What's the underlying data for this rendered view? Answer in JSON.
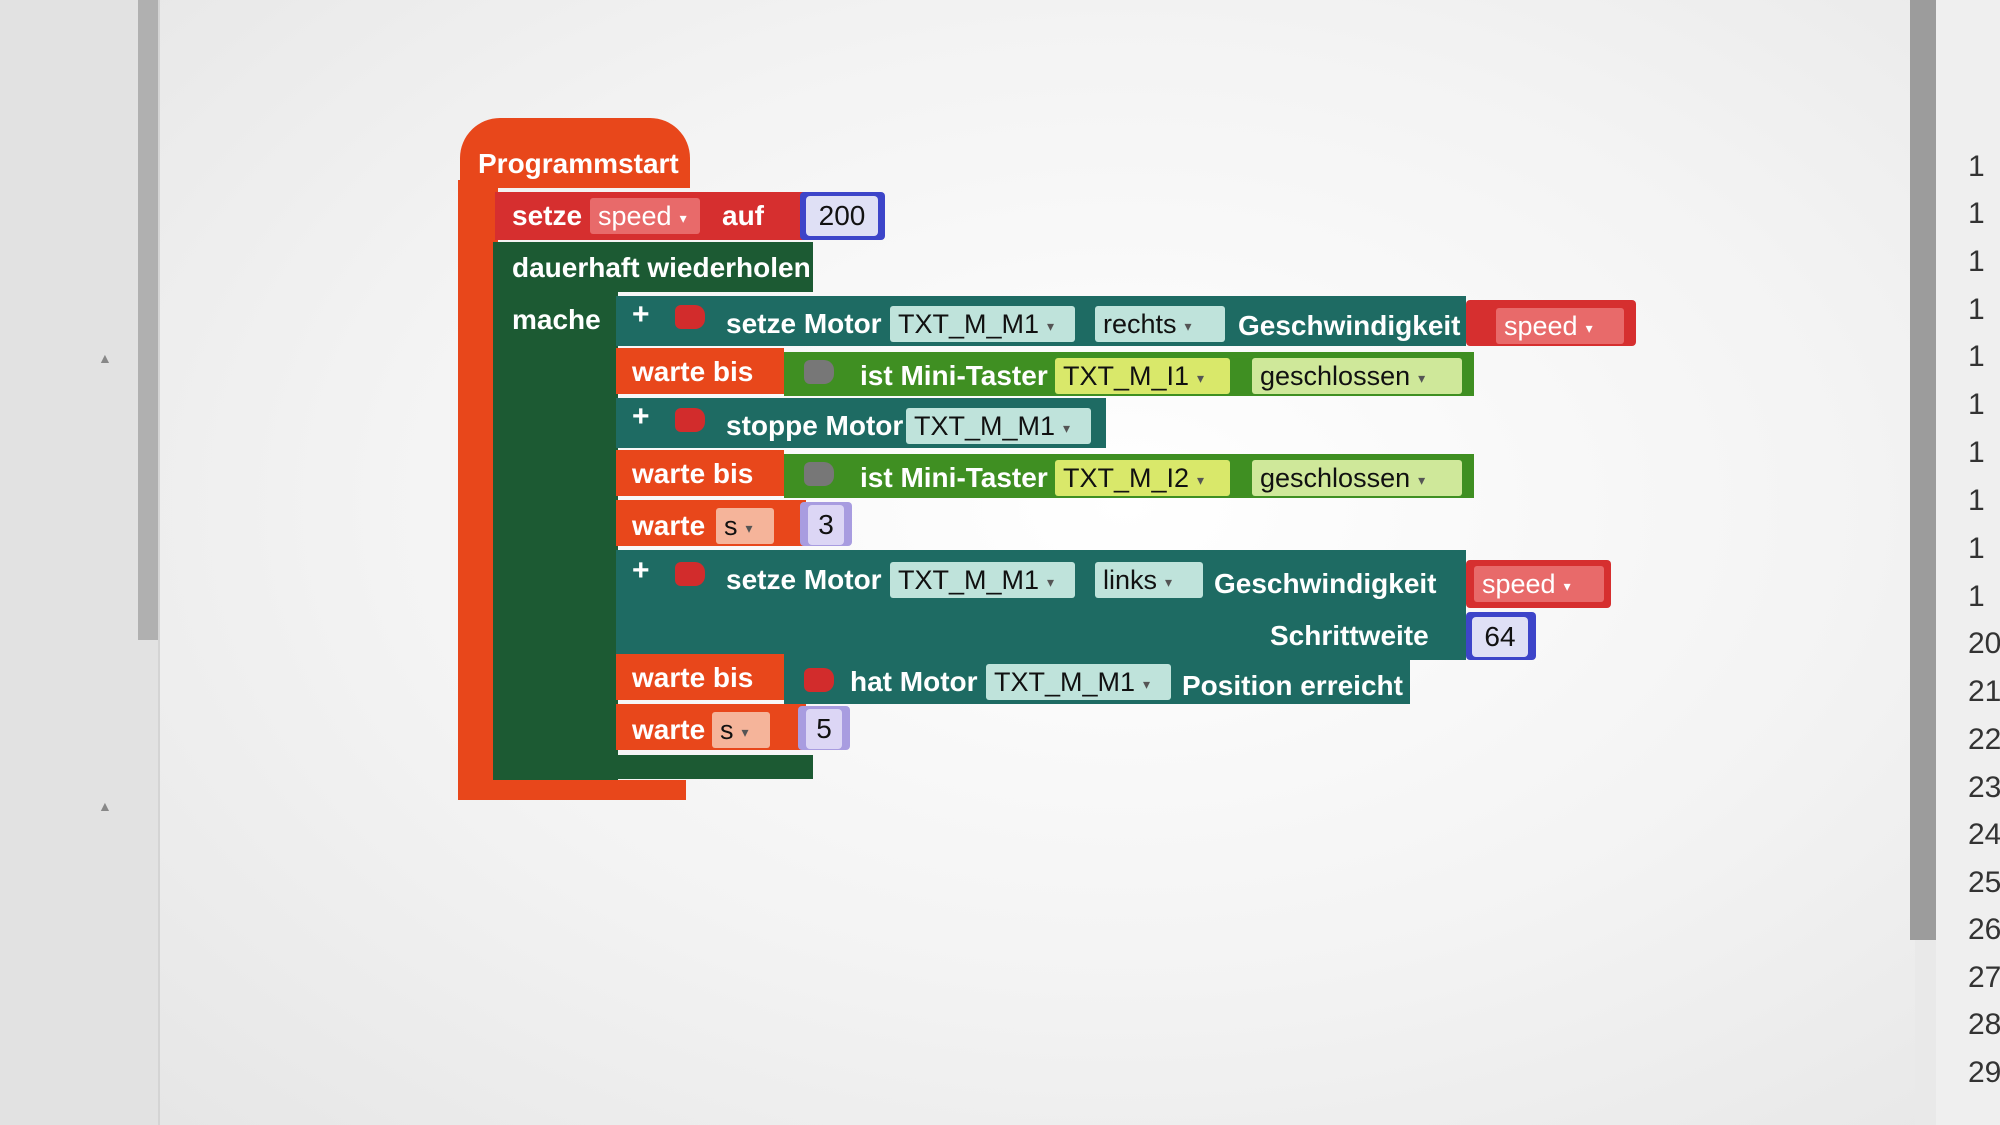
{
  "blocks": {
    "start": "Programmstart",
    "set": "setze",
    "var": "speed",
    "to": "auf",
    "init_value": "200",
    "loop": "dauerhaft wiederholen",
    "do": "mache",
    "plus": "+",
    "set_motor": "setze Motor",
    "motor": "TXT_M_M1",
    "right": "rechts",
    "speed_label": "Geschwindigkeit",
    "wait_until": "warte bis",
    "mini_switch": "ist Mini-Taster",
    "switch1": "TXT_M_I1",
    "switch2": "TXT_M_I2",
    "closed": "geschlossen",
    "stop_motor": "stoppe Motor",
    "wait": "warte",
    "unit": "s",
    "wait1": "3",
    "left": "links",
    "step": "Schrittweite",
    "step_value": "64",
    "has_motor": "hat Motor",
    "position_reached": "Position erreicht",
    "wait2": "5"
  },
  "line_numbers": [
    "1",
    "1",
    "1",
    "1",
    "1",
    "1",
    "1",
    "1",
    "1",
    "1",
    "20",
    "21",
    "22",
    "23",
    "24",
    "25",
    "26",
    "27",
    "28",
    "29"
  ],
  "colors": {
    "start_block": "#e8471b",
    "set_block": "#d62f2f",
    "loop_block": "#1c5a33",
    "motor_block": "#1e6b63",
    "switch_block": "#3f8f22",
    "wait_block": "#e8471b",
    "number_block": "#3d45c9",
    "number_block_light": "#a89ce0",
    "var_block": "#d62f2f",
    "motor_field": "#bfe3db",
    "dir_field": "#bfe3db",
    "switch_field": "#d9e86a",
    "closed_field": "#cfe89a",
    "unit_field": "#f5b49a"
  }
}
